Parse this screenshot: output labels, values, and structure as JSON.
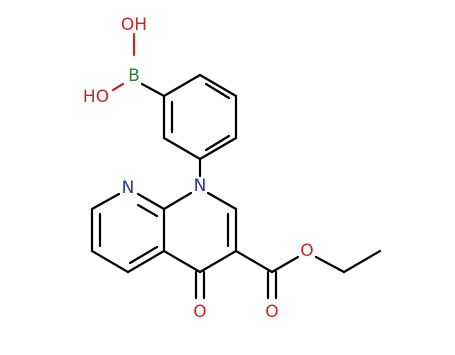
{
  "molecule": {
    "atoms": [
      {
        "id": "B",
        "label": "B",
        "color": "#2e7d32"
      },
      {
        "id": "OH_top",
        "label": "OH",
        "color": "#c62828"
      },
      {
        "id": "HO_left",
        "label": "HO",
        "color": "#c62828"
      },
      {
        "id": "N1",
        "label": "N",
        "color": "#283593"
      },
      {
        "id": "N8",
        "label": "N",
        "color": "#283593"
      },
      {
        "id": "O_ketone",
        "label": "O",
        "color": "#c62828"
      },
      {
        "id": "O_ester_carbonyl",
        "label": "O",
        "color": "#c62828"
      },
      {
        "id": "O_ester",
        "label": "O",
        "color": "#c62828"
      }
    ],
    "bond_color": "#000000"
  }
}
